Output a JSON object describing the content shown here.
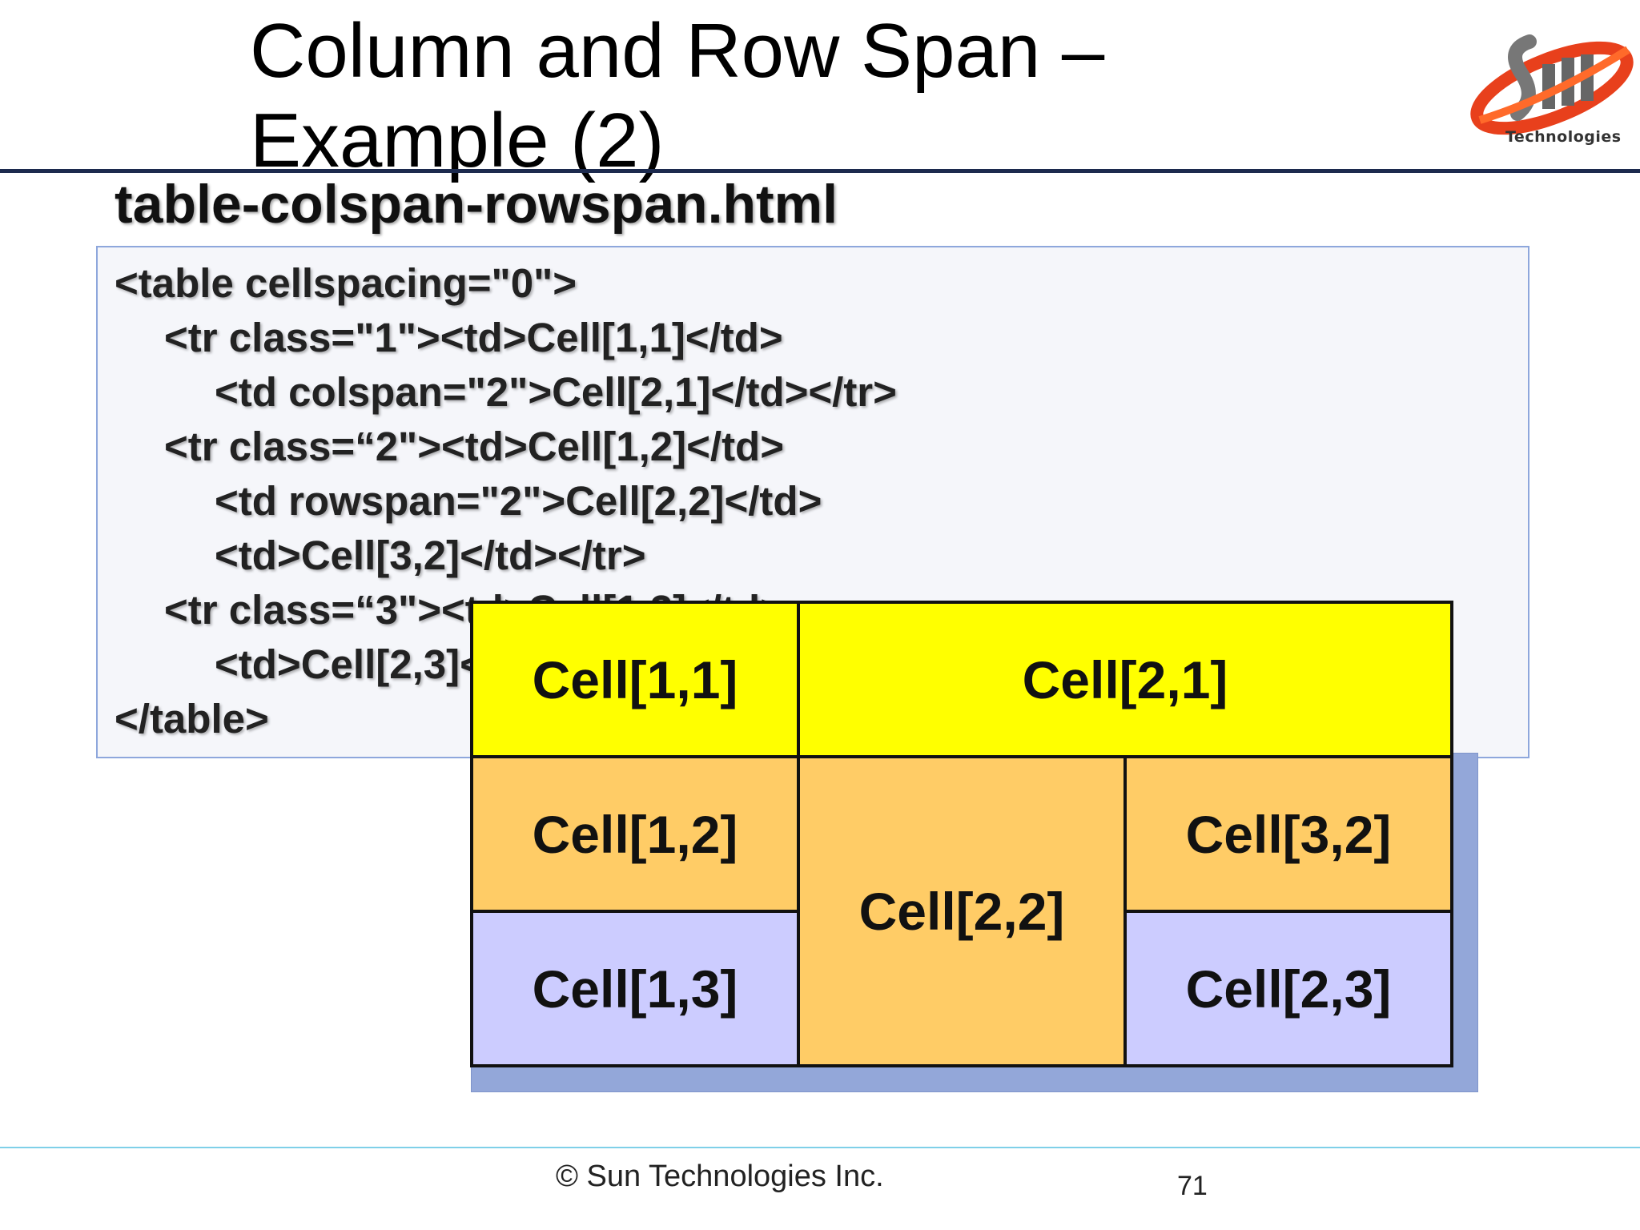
{
  "slide": {
    "title_line1": "Column and Row Span –",
    "title_line2": "Example (2)",
    "logo_text": "Technologies",
    "filename": "table-colspan-rowspan.html"
  },
  "code": {
    "lines": [
      "<table cellspacing=\"0\">",
      "<tr class=\"1\"><td>Cell[1,1]</td>",
      "<td colspan=\"2\">Cell[2,1]</td></tr>",
      "<tr class=“2\"><td>Cell[1,2]</td>",
      "<td rowspan=\"2\">Cell[2,2]</td>",
      "<td>Cell[3,2]</td></tr>",
      "<tr class=“3\"><td>Cell[1,3]</td>",
      "<td>Cell[2,3]</td></tr>",
      "</table>"
    ]
  },
  "demo": {
    "cells": {
      "c11": "Cell[1,1]",
      "c21": "Cell[2,1]",
      "c12": "Cell[1,2]",
      "c22": "Cell[2,2]",
      "c32": "Cell[3,2]",
      "c13": "Cell[1,3]",
      "c23": "Cell[2,3]"
    },
    "colors": {
      "row1": "#ffff00",
      "row2": "#ffcc66",
      "row3": "#ccccff"
    }
  },
  "footer": {
    "copyright": "© Sun Technologies Inc.",
    "page_number": "71"
  }
}
